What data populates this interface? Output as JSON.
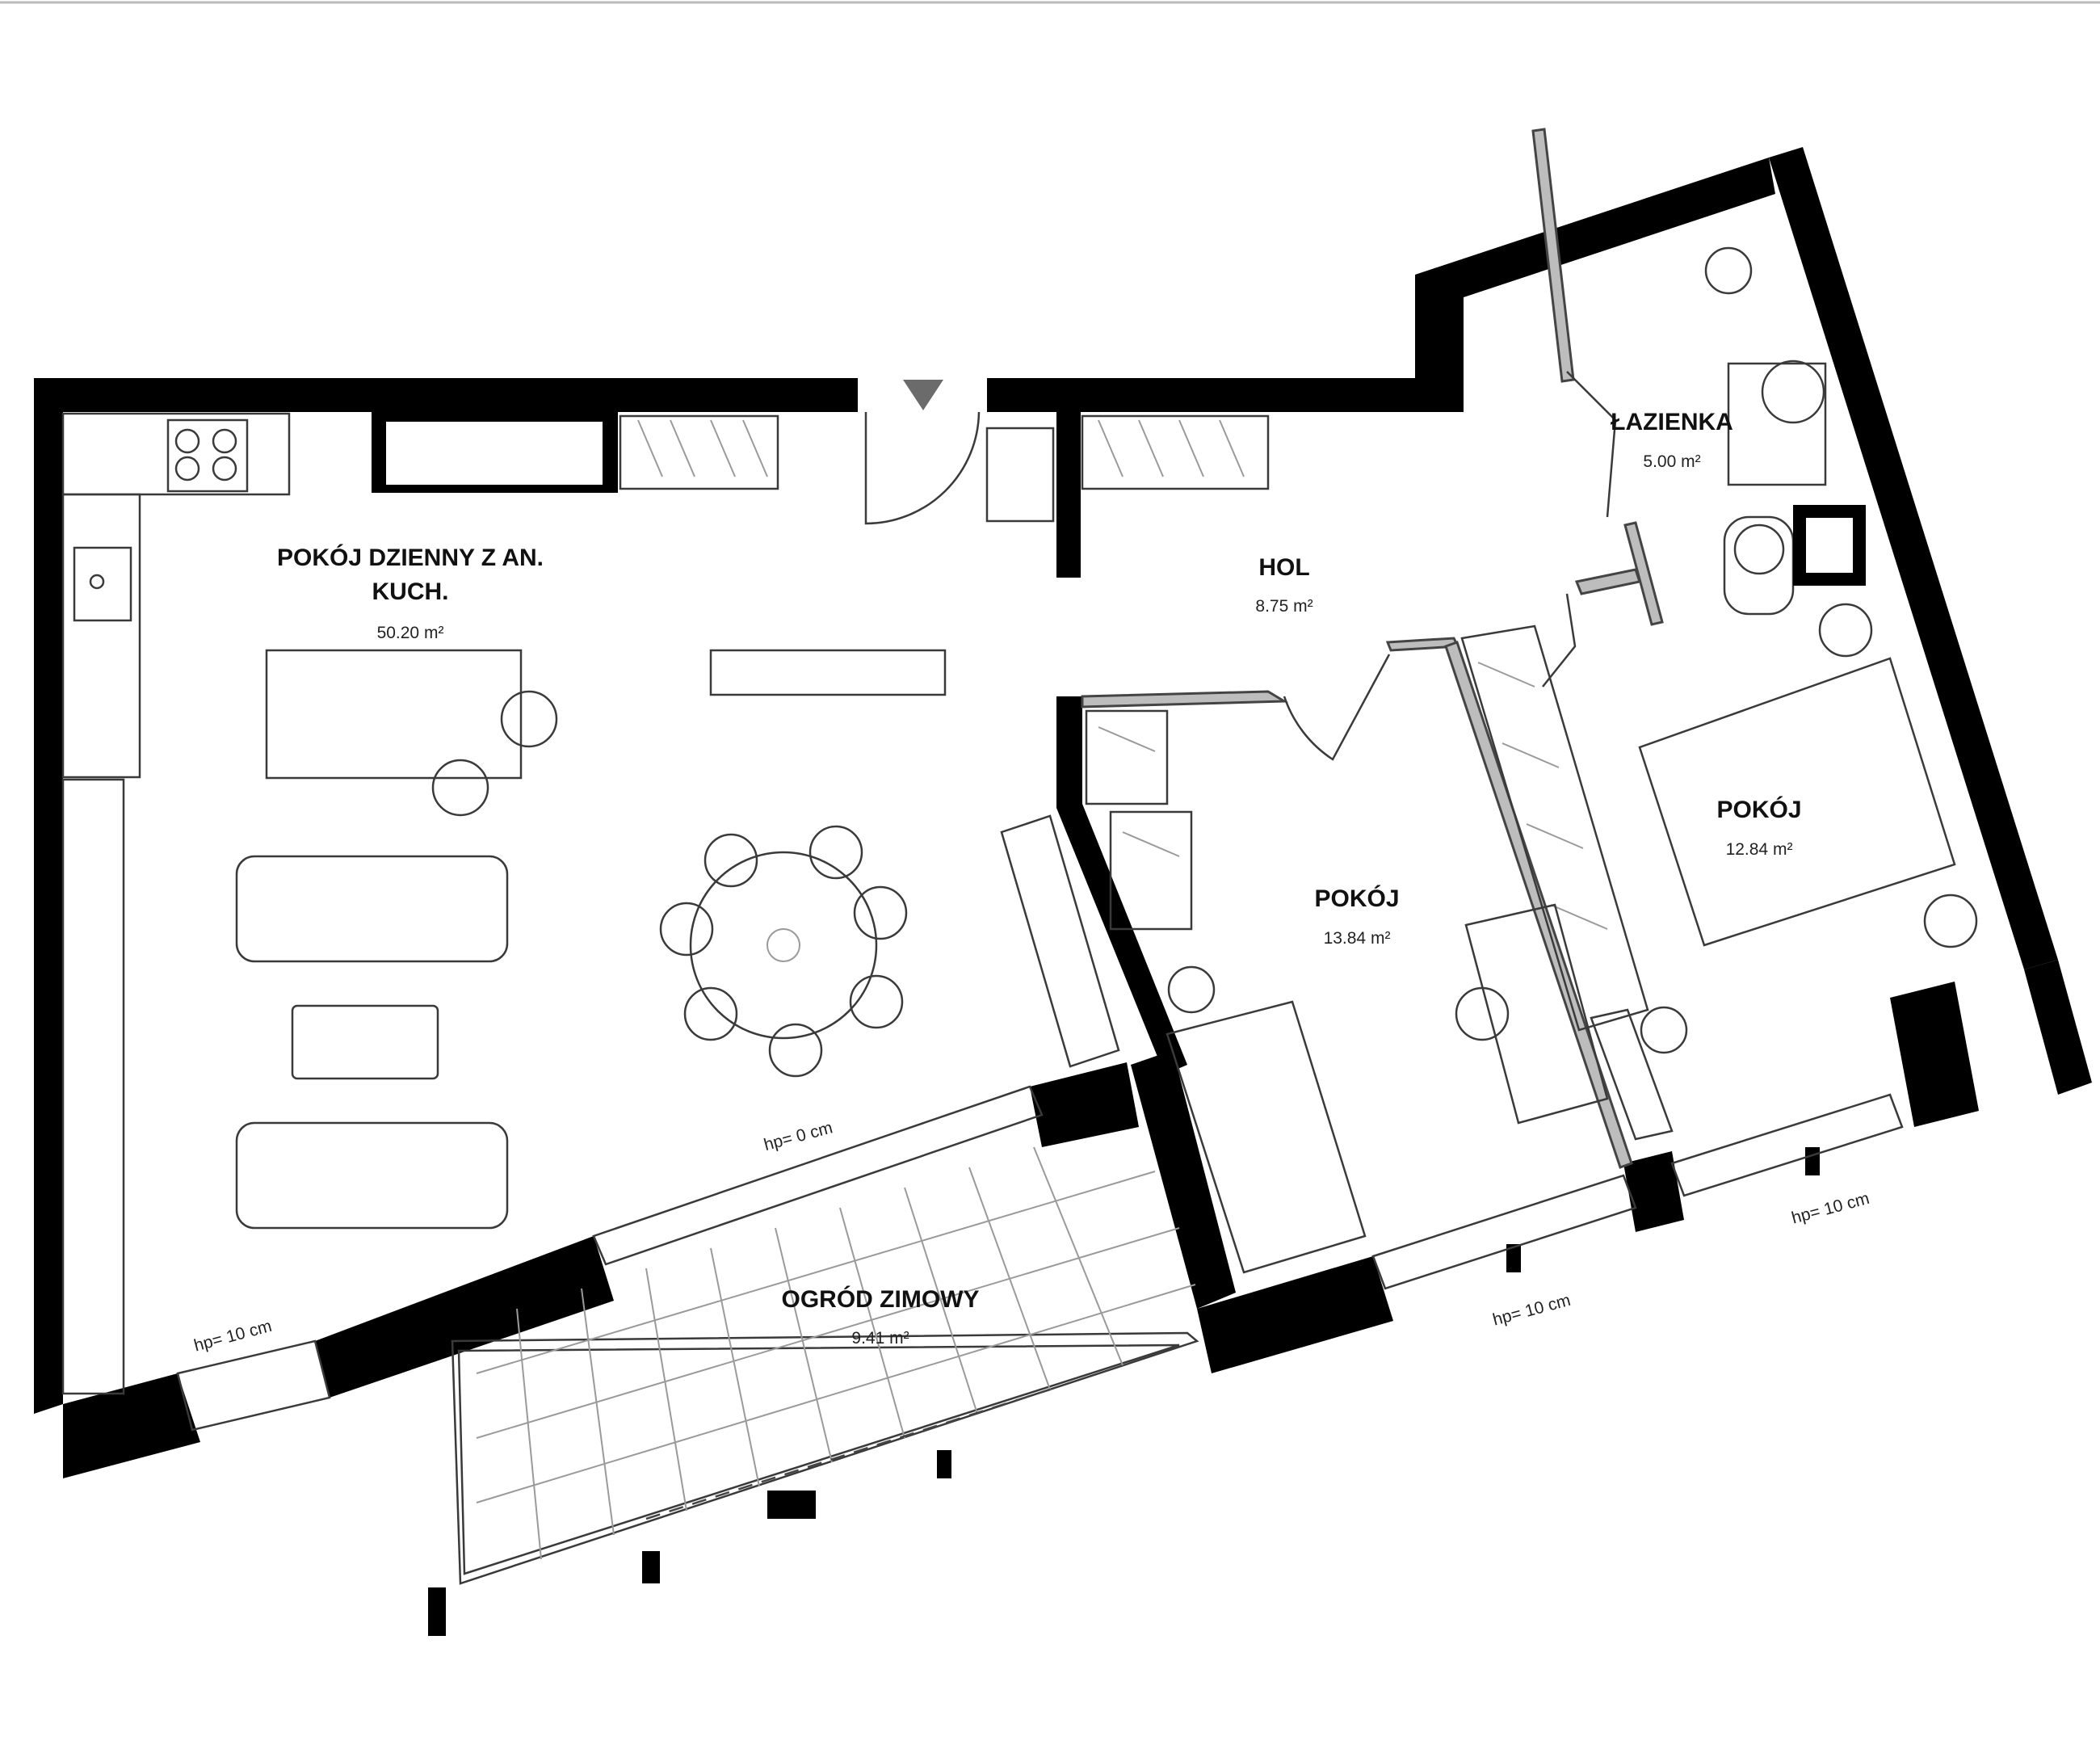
{
  "rooms": {
    "living": {
      "name_line1": "POKÓJ DZIENNY Z AN.",
      "name_line2": "KUCH.",
      "area": "50.20 m²"
    },
    "hall": {
      "name": "HOL",
      "area": "8.75 m²"
    },
    "bathroom": {
      "name": "ŁAZIENKA",
      "area": "5.00 m²"
    },
    "bedroom_small": {
      "name": "POKÓJ",
      "area": "12.84 m²"
    },
    "bedroom_large": {
      "name": "POKÓJ",
      "area": "13.84 m²"
    },
    "winter_garden": {
      "name": "OGRÓD ZIMOWY",
      "area": "9.41 m²"
    }
  },
  "sill_heights": {
    "garden_top": "hp= 0 cm",
    "living_left": "hp= 10 cm",
    "bedroom_large": "hp= 10 cm",
    "bedroom_small": "hp= 10 cm"
  },
  "colors": {
    "wall": "#000000",
    "line": "#3a3a3a",
    "partition": "#bdbdbd"
  }
}
